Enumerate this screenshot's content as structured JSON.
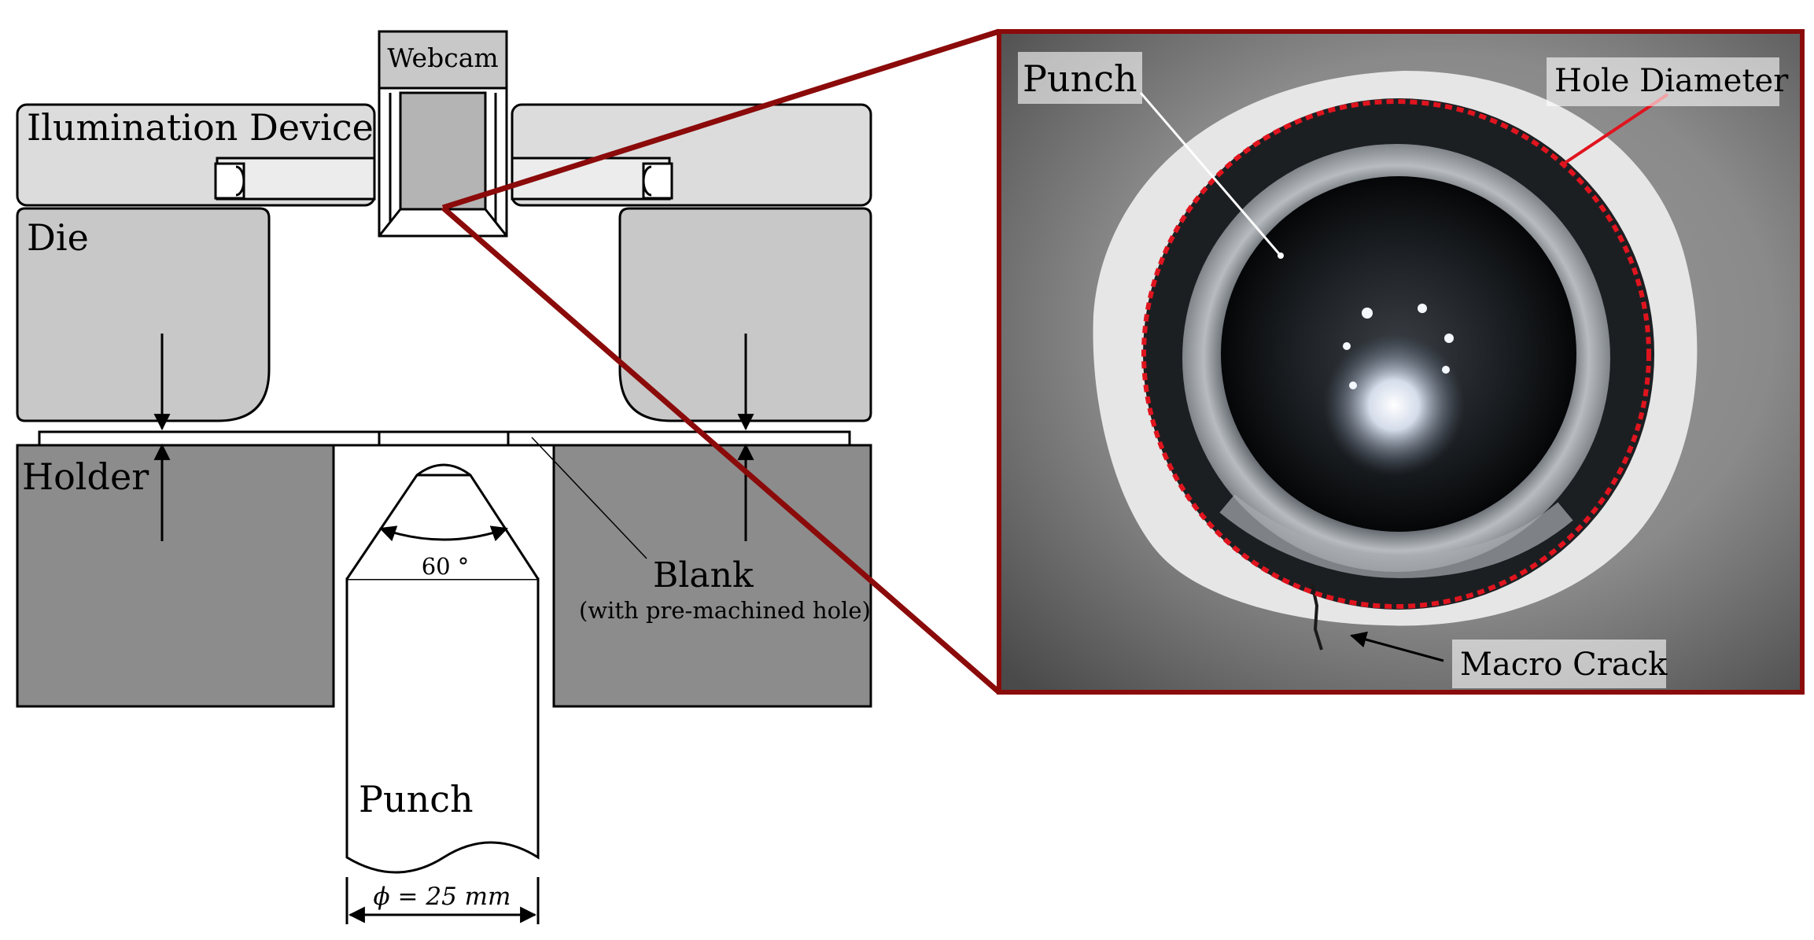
{
  "schematic": {
    "webcam": "Webcam",
    "illumination": "Ilumination Device",
    "die": "Die",
    "holder": "Holder",
    "angle": "60 °",
    "blank": "Blank",
    "blank_note": "(with pre-machined hole)",
    "punch": "Punch",
    "diameter": "ϕ = 25 mm"
  },
  "photo": {
    "punch": "Punch",
    "hole_diameter": "Hole Diameter",
    "macro_crack": "Macro Crack"
  },
  "colors": {
    "frame": "#8b0a0a",
    "dashed_circle": "#e0141e",
    "die_fill": "#c8c8c8",
    "holder_fill": "#8c8c8c",
    "illumination_fill": "#dcdcdc",
    "webcam_fill": "#b4b4b4"
  }
}
